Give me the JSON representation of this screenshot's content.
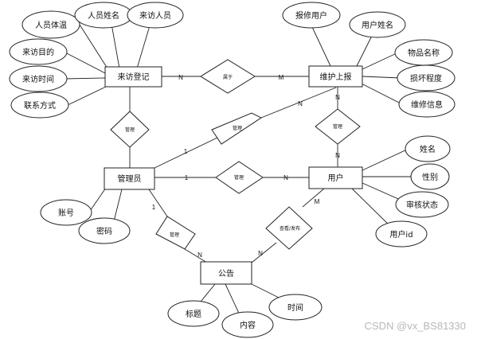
{
  "entities": {
    "visit_register": "来访登记",
    "repair_report": "维护上报",
    "admin": "管理员",
    "user": "用户",
    "notice": "公告"
  },
  "relationships": {
    "belongs": "属于",
    "manage_visit": "管理",
    "manage_repair": "管理",
    "manage_user": "管理",
    "manage_repair_user": "管理",
    "manage_notice": "管理",
    "view_publish": "查看/发布"
  },
  "attributes": {
    "temp": "人员体温",
    "person_name": "人员姓名",
    "visitor": "来访人员",
    "purpose": "来访目的",
    "visit_time": "来访时间",
    "contact": "联系方式",
    "reporter": "报修用户",
    "report_user_name": "用户姓名",
    "item_name": "物品名称",
    "damage": "损坏程度",
    "repair_info": "维修信息",
    "name": "姓名",
    "gender": "性别",
    "review": "审核状态",
    "user_id": "用户id",
    "account": "账号",
    "password": "密码",
    "title": "标题",
    "content": "内容",
    "time": "时间"
  },
  "cardinalities": {
    "belongs_left": "N",
    "belongs_right": "M",
    "admin_repair": "N",
    "admin_repair_one": "1",
    "repair_user_n": "N",
    "repair_user_m": "N",
    "admin_user_one": "1",
    "admin_user_n": "N",
    "user_notice_m": "M",
    "user_notice_n": "N",
    "admin_notice_one": "1",
    "admin_notice_n": "N"
  },
  "watermark": "CSDN @vx_BS81330"
}
